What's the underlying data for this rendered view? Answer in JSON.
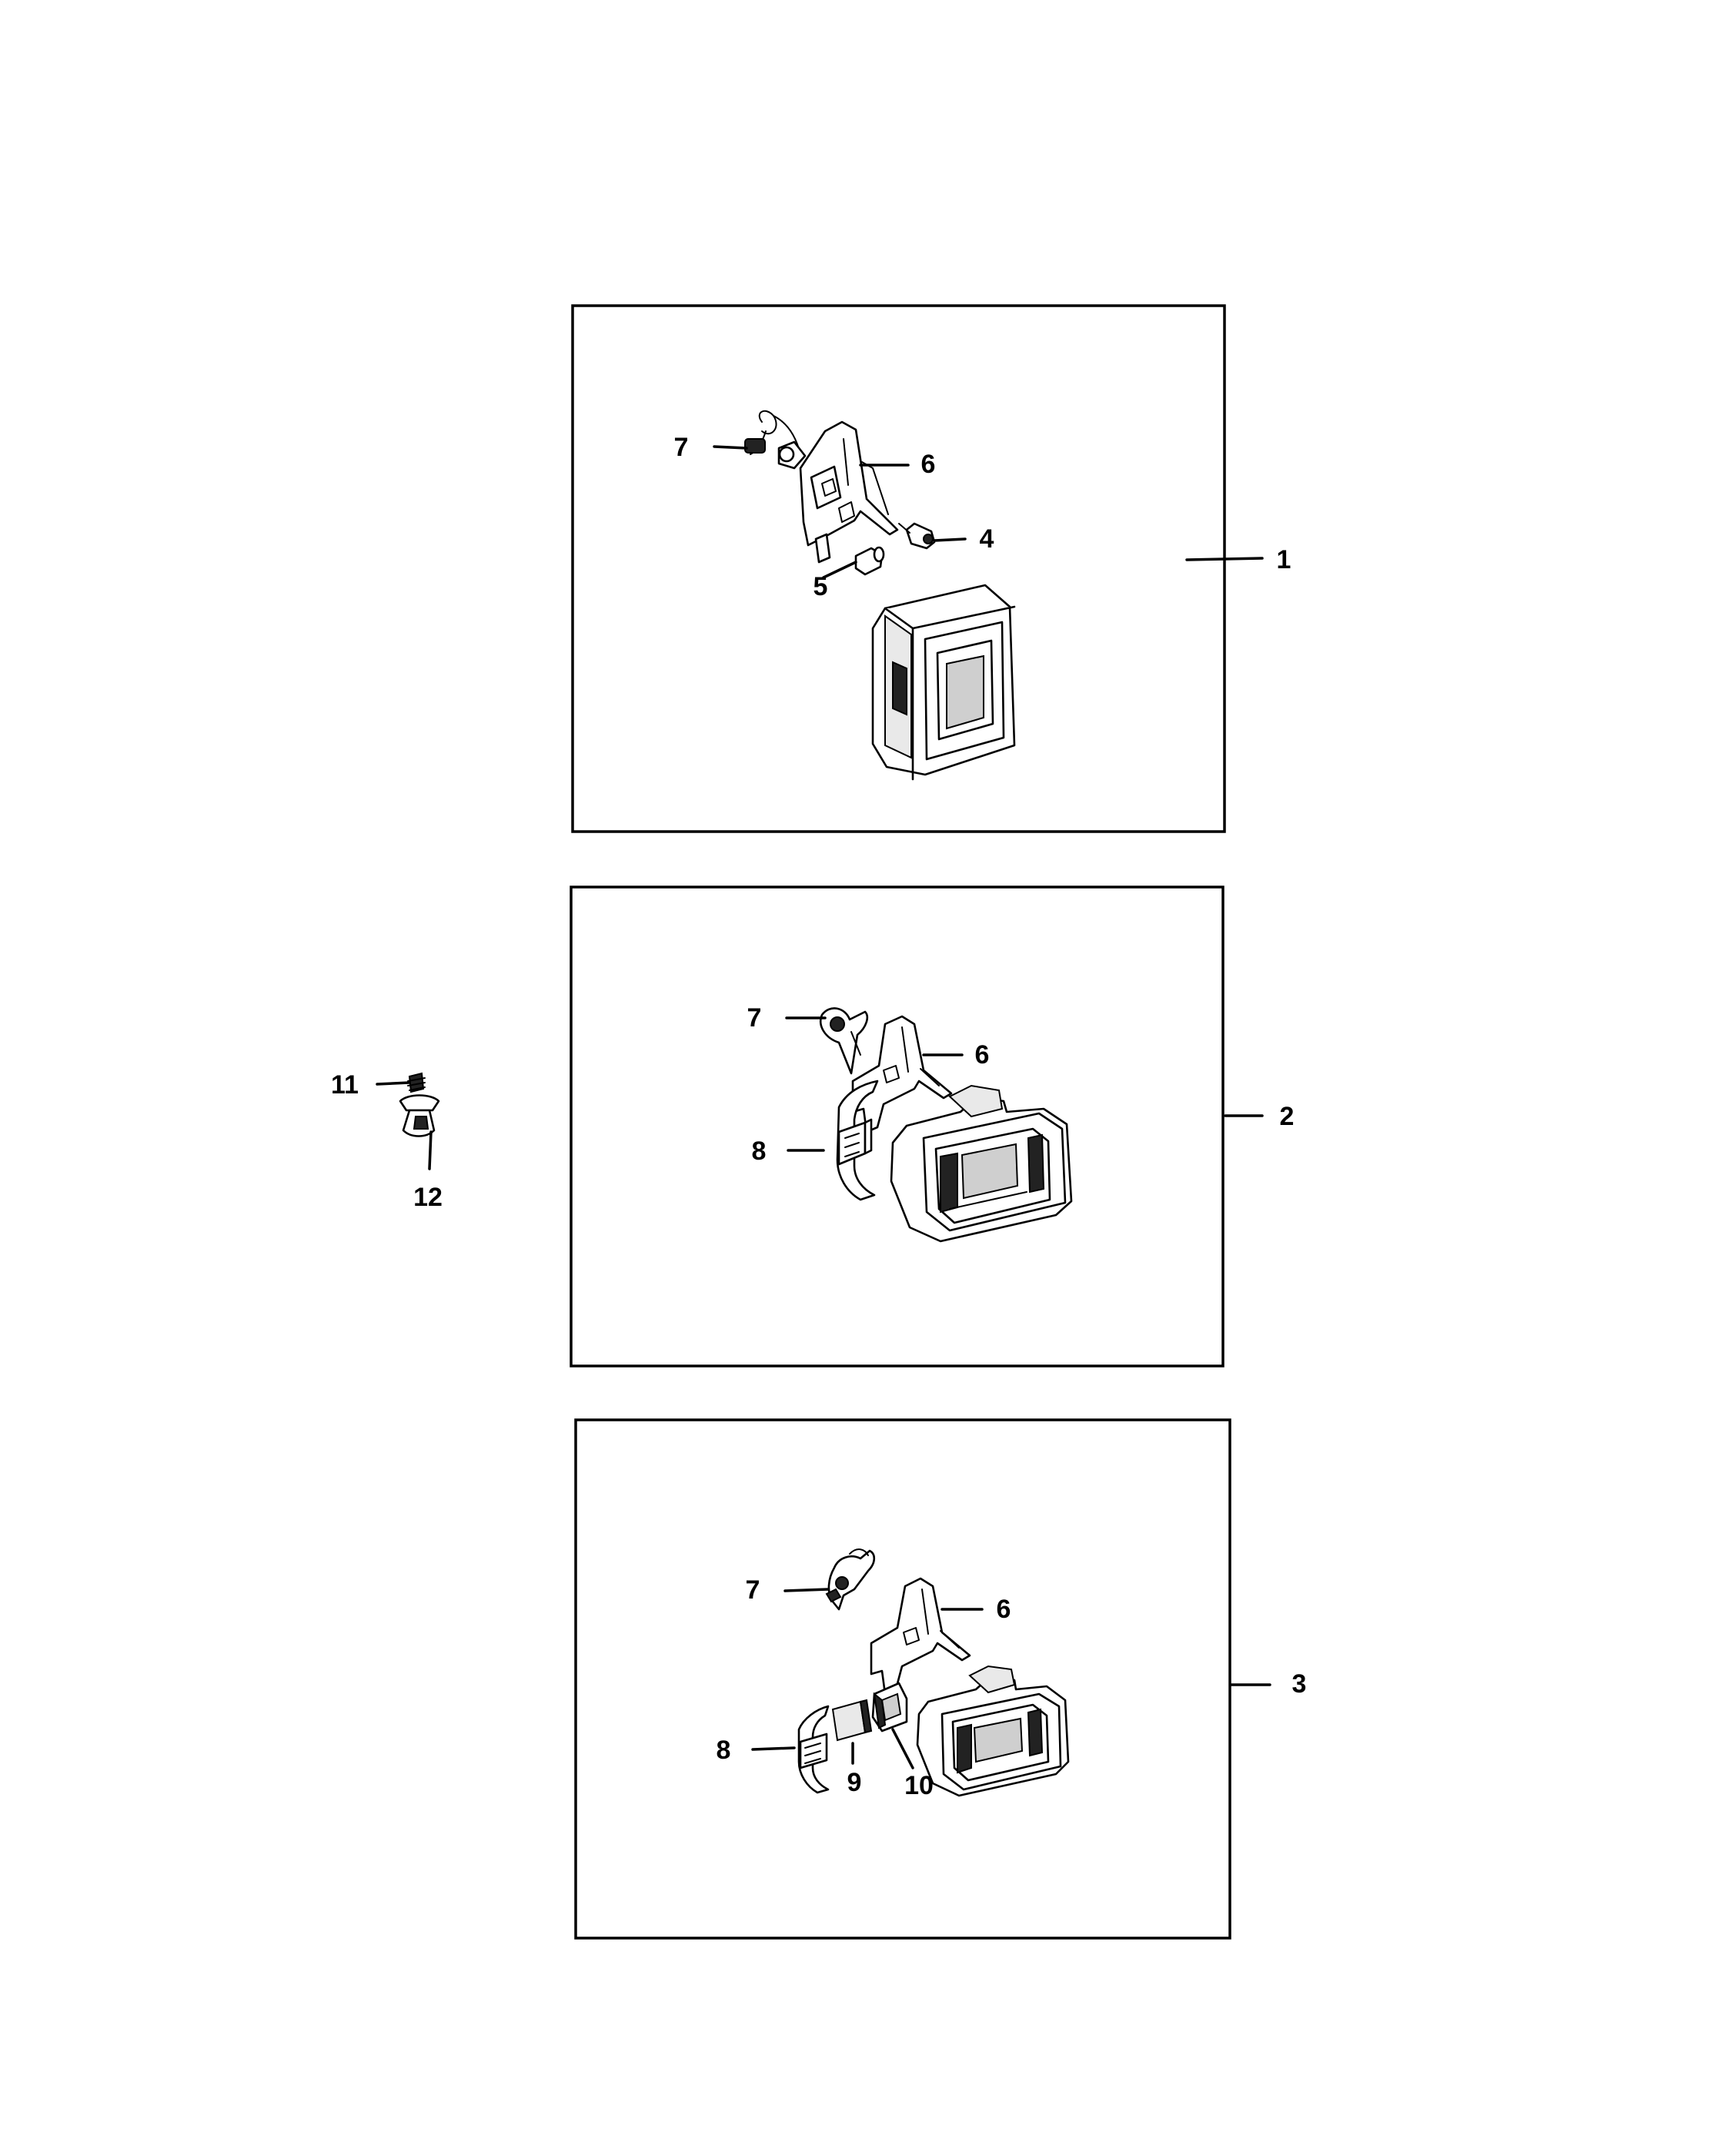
{
  "panels": [
    {
      "id": "1",
      "callout": "1",
      "parts": [
        {
          "label": "7"
        },
        {
          "label": "6"
        },
        {
          "label": "4"
        },
        {
          "label": "5"
        }
      ]
    },
    {
      "id": "2",
      "callout": "2",
      "parts": [
        {
          "label": "7"
        },
        {
          "label": "6"
        },
        {
          "label": "8"
        }
      ]
    },
    {
      "id": "3",
      "callout": "3",
      "parts": [
        {
          "label": "7"
        },
        {
          "label": "6"
        },
        {
          "label": "8"
        },
        {
          "label": "9"
        },
        {
          "label": "10"
        }
      ]
    }
  ],
  "loose_parts": [
    {
      "label": "11"
    },
    {
      "label": "12"
    }
  ]
}
